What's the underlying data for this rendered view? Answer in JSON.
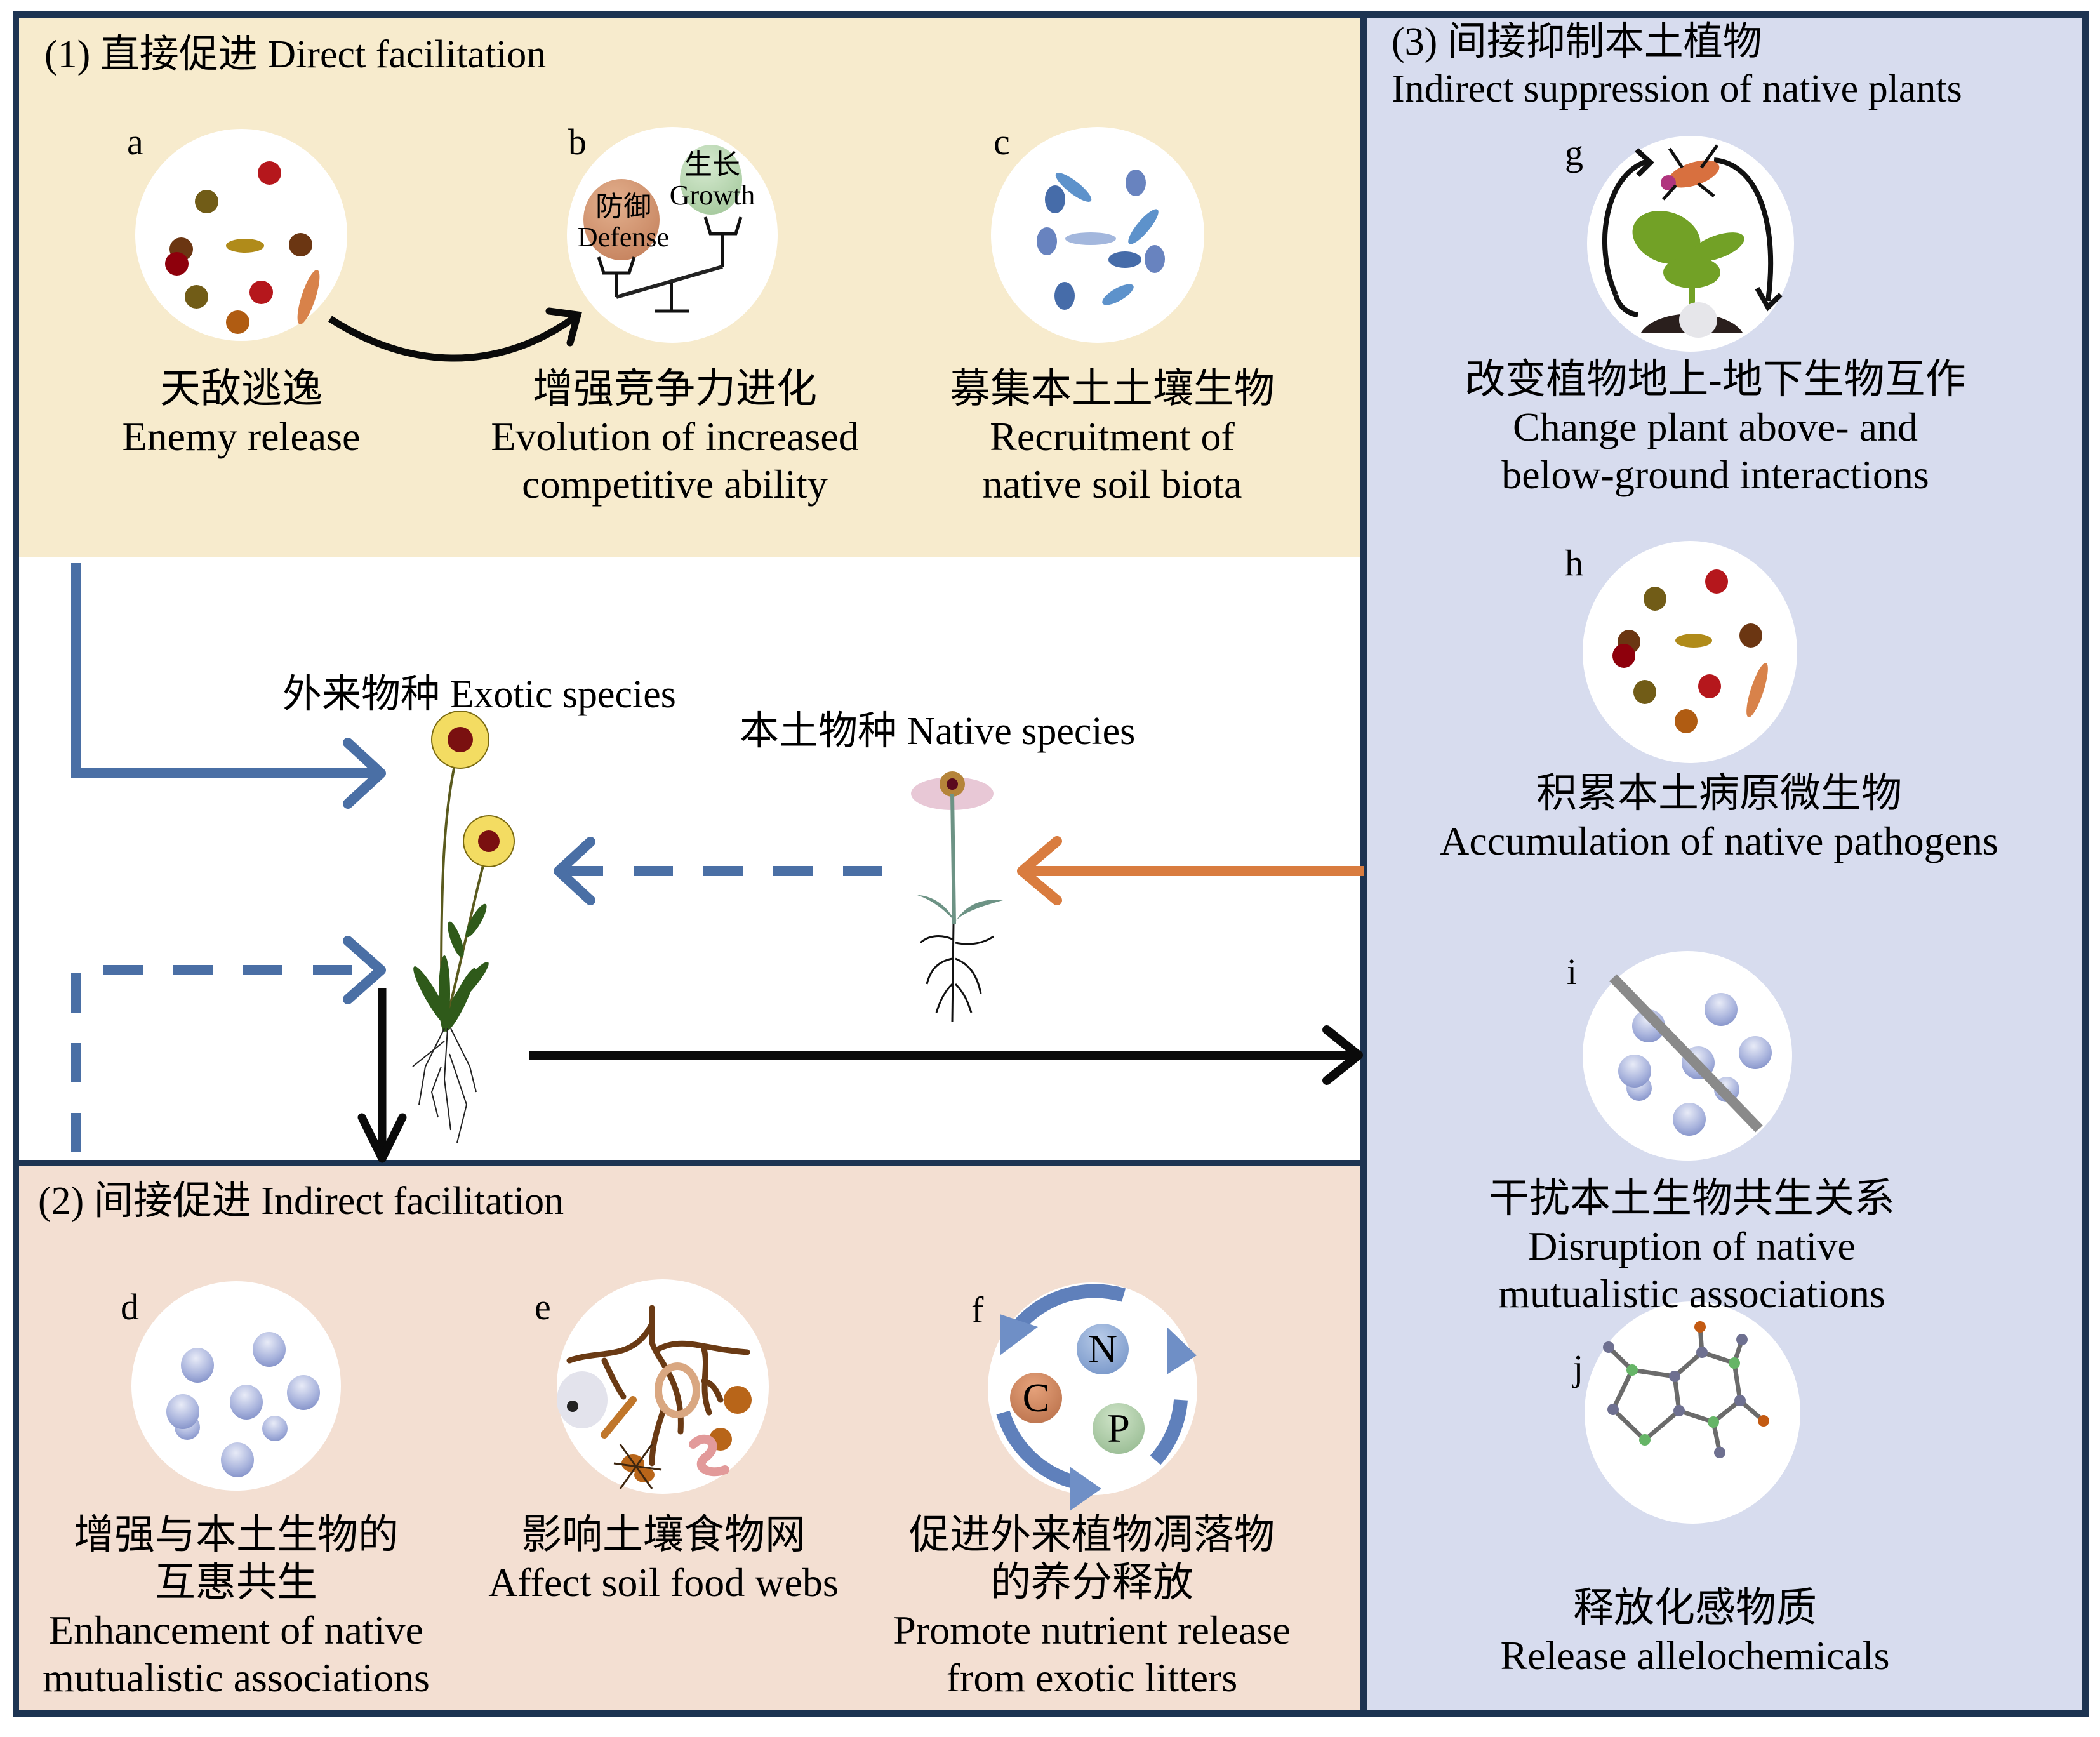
{
  "panels": {
    "direct": {
      "title": "(1) 直接促进 Direct facilitation",
      "items": [
        {
          "letter": "a",
          "zh": "天敌逃逸",
          "en": [
            "Enemy release"
          ]
        },
        {
          "letter": "b",
          "zh": "增强竞争力进化",
          "en": [
            "Evolution of increased",
            "competitive ability"
          ],
          "balance": {
            "left_zh": "防御",
            "left_en": "Defense",
            "right_zh": "生长",
            "right_en": "Growth"
          }
        },
        {
          "letter": "c",
          "zh": "募集本土土壤生物",
          "en": [
            "Recruitment of",
            "native soil biota"
          ]
        }
      ]
    },
    "indirect": {
      "title": "(2) 间接促进 Indirect facilitation",
      "items": [
        {
          "letter": "d",
          "zh": [
            "增强与本土生物的",
            "互惠共生"
          ],
          "en": [
            "Enhancement of native",
            "mutualistic associations"
          ]
        },
        {
          "letter": "e",
          "zh": [
            "影响土壤食物网"
          ],
          "en": [
            "Affect soil food webs"
          ]
        },
        {
          "letter": "f",
          "zh": [
            "促进外来植物凋落物",
            "的养分释放"
          ],
          "en": [
            "Promote nutrient release",
            "from exotic litters"
          ],
          "nutrients": [
            "C",
            "N",
            "P"
          ]
        }
      ]
    },
    "suppression": {
      "title_zh": "(3) 间接抑制本土植物",
      "title_en": "Indirect suppression of native plants",
      "items": [
        {
          "letter": "g",
          "zh": "改变植物地上-地下生物互作",
          "en": [
            "Change plant above- and",
            "below-ground interactions"
          ]
        },
        {
          "letter": "h",
          "zh": "积累本土病原微生物",
          "en": [
            "Accumulation of native pathogens"
          ]
        },
        {
          "letter": "i",
          "zh": "干扰本土生物共生关系",
          "en": [
            "Disruption of native",
            "mutualistic associations"
          ]
        },
        {
          "letter": "j",
          "zh": "释放化感物质",
          "en": [
            "Release allelochemicals"
          ]
        }
      ]
    }
  },
  "center": {
    "exotic_label": "外来物种 Exotic species",
    "native_label": "本土物种 Native species"
  },
  "colors": {
    "frame": "#1d3452",
    "panel_direct": "#f7ebcd",
    "panel_indirect": "#f3dfd2",
    "panel_suppression": "#d7dcee",
    "arrow_blue": "#4a6fa5",
    "arrow_orange": "#d97c3f",
    "arrow_black": "#0a0a0a"
  }
}
